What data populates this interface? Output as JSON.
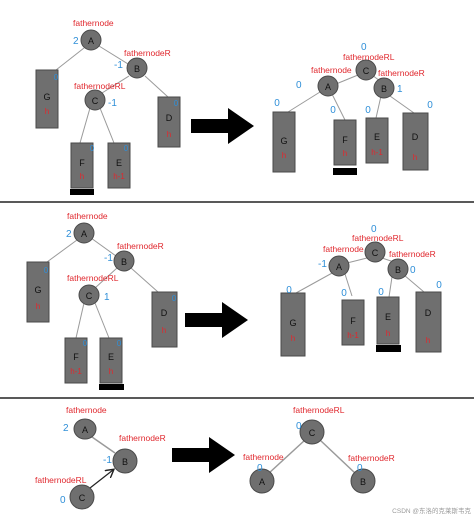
{
  "colors": {
    "node_fill": "#6f6f6f",
    "node_stroke": "#4a4a4a",
    "edge": "#9a9a9a",
    "red_text": "#e0282e",
    "blue_text": "#2f8fd8",
    "node_text": "#111111",
    "divider": "#222222",
    "arrow": "#000000",
    "marker_bar": "#000000"
  },
  "labels": {
    "fathernode": "fathernode",
    "fathernodeR": "fathernodeR",
    "fathernodeRL": "fathernodeRL",
    "fathernode_sec3": "fathernode",
    "fathernodeR_sec3": "fathernodeR",
    "fathernodeRL_sec3": "fathernodeRL",
    "fathernodeRL_sec3_right": "fathernodeRL",
    "fathernode_sec3_right": "fathernode",
    "fathernodeR_sec3_right": "fathernodeR"
  },
  "sections": [
    {
      "before": {
        "A": {
          "name": "A",
          "balance": "2"
        },
        "B": {
          "name": "B",
          "balance": "-1"
        },
        "C": {
          "name": "C",
          "balance": "-1"
        },
        "G": {
          "name": "G",
          "height": "h",
          "balance": "0"
        },
        "F": {
          "name": "F",
          "height": "h",
          "balance": "0"
        },
        "E": {
          "name": "E",
          "height": "h-1",
          "balance": "0"
        },
        "D": {
          "name": "D",
          "height": "h",
          "balance": "0"
        }
      },
      "after": {
        "C": {
          "name": "C",
          "balance": "0"
        },
        "A": {
          "name": "A",
          "balance": "0"
        },
        "B": {
          "name": "B",
          "balance": "1"
        },
        "G": {
          "name": "G",
          "height": "h",
          "balance": "0"
        },
        "F": {
          "name": "F",
          "height": "h",
          "balance": "0"
        },
        "E": {
          "name": "E",
          "height": "h-1",
          "balance": "0"
        },
        "D": {
          "name": "D",
          "height": "h",
          "balance": "0"
        }
      }
    },
    {
      "before": {
        "A": {
          "name": "A",
          "balance": "2"
        },
        "B": {
          "name": "B",
          "balance": "-1"
        },
        "C": {
          "name": "C",
          "balance": "1"
        },
        "G": {
          "name": "G",
          "height": "h",
          "balance": "0"
        },
        "F": {
          "name": "F",
          "height": "h-1",
          "balance": "0"
        },
        "E": {
          "name": "E",
          "height": "h",
          "balance": "0"
        },
        "D": {
          "name": "D",
          "height": "h",
          "balance": "0"
        }
      },
      "after": {
        "C": {
          "name": "C",
          "balance": "0"
        },
        "A": {
          "name": "A",
          "balance": "-1"
        },
        "B": {
          "name": "B",
          "balance": "0"
        },
        "G": {
          "name": "G",
          "height": "h",
          "balance": "0"
        },
        "F": {
          "name": "F",
          "height": "h-1",
          "balance": "0"
        },
        "E": {
          "name": "E",
          "height": "h",
          "balance": "0"
        },
        "D": {
          "name": "D",
          "height": "h",
          "balance": "0"
        }
      }
    },
    {
      "before": {
        "A": {
          "name": "A",
          "balance": "2"
        },
        "B": {
          "name": "B",
          "balance": "-1"
        },
        "C": {
          "name": "C",
          "balance": "0"
        }
      },
      "after": {
        "C": {
          "name": "C",
          "balance": "0"
        },
        "A": {
          "name": "A",
          "balance": "0"
        },
        "B": {
          "name": "B",
          "balance": "0"
        }
      }
    }
  ],
  "watermark": "CSDN @东洛的克莱斯韦克"
}
